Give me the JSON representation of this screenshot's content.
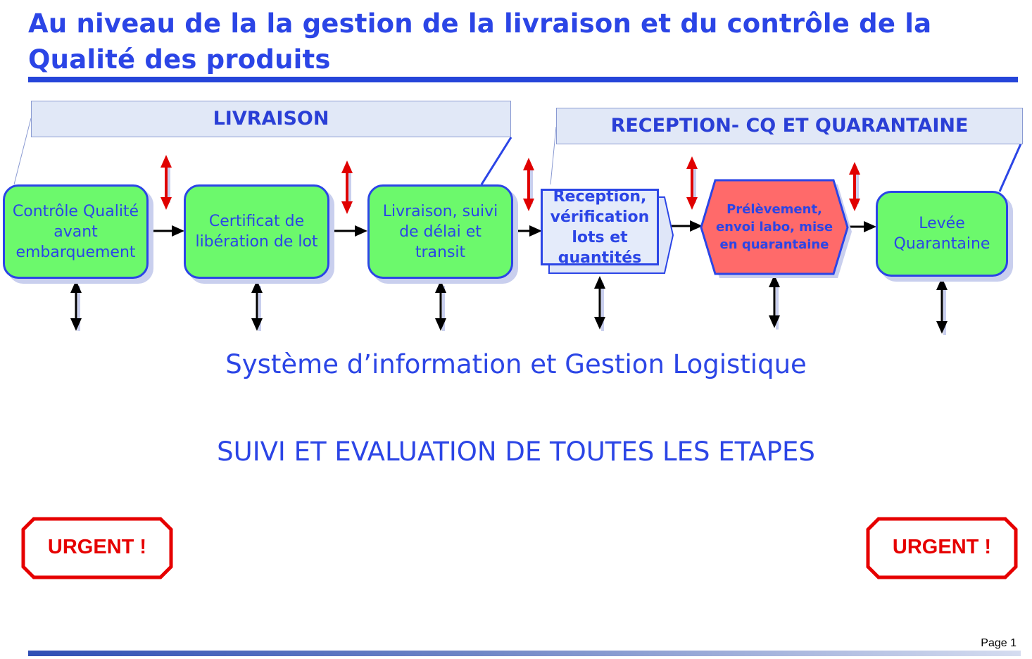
{
  "title": "Au niveau de la la gestion de la livraison et du contrôle de la Qualité des produits",
  "banners": {
    "livraison": "LIVRAISON",
    "reception": "RECEPTION- CQ ET QUARANTAINE"
  },
  "steps": [
    {
      "label": "Contrôle Qualité avant embarquement"
    },
    {
      "label": "Certificat de libération de lot"
    },
    {
      "label": "Livraison, suivi de délai et transit"
    },
    {
      "label": "Reception, vérification lots et quantités"
    },
    {
      "label": "Prélèvement, envoi labo, mise en quarantaine"
    },
    {
      "label": "Levée Quarantaine"
    }
  ],
  "system_label": "Système d’information et Gestion Logistique",
  "followup_label": "SUIVI ET EVALUATION DE TOUTES LES ETAPES",
  "urgent": {
    "left": "URGENT !",
    "right": "URGENT !"
  },
  "page": "Page 1",
  "colors": {
    "title_blue": "#2b45e6",
    "box_green": "#6cf96c",
    "box_red": "#ff6a6a",
    "banner_fill": "#e1e8f7",
    "urgent_red": "#e60000",
    "arrow_red": "#e00000"
  }
}
